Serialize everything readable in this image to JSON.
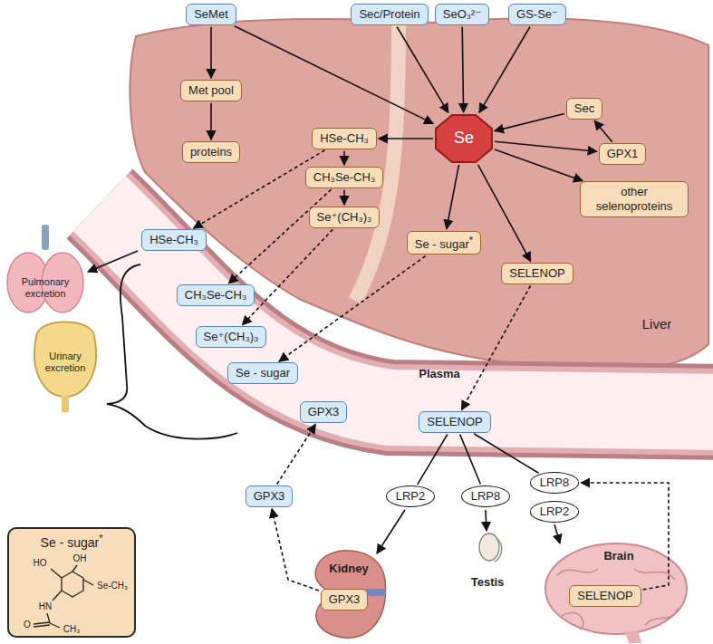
{
  "diagram": {
    "nodes": [
      {
        "text": [
          "SeMet"
        ]
      },
      {
        "text": [
          "Sec/Protein"
        ]
      },
      {
        "text": [
          "SeO₃²⁻"
        ]
      },
      {
        "text": [
          "GS-Se⁻"
        ]
      },
      {
        "text": [
          "Met pool"
        ]
      },
      {
        "text": [
          "proteins"
        ]
      },
      {
        "text": [
          "HSe-CH₃"
        ]
      },
      {
        "text": [
          "CH₃Se-CH₃"
        ]
      },
      {
        "text": [
          "Se⁺(CH₃)₃"
        ]
      },
      {
        "text": [
          "Se"
        ]
      },
      {
        "text": [
          "Sec"
        ]
      },
      {
        "text": [
          "GPX1"
        ]
      },
      {
        "text": [
          "other selenoproteins"
        ]
      },
      {
        "text": [
          "Se - sugar",
          "*"
        ]
      },
      {
        "text": [
          "SELENOP"
        ]
      },
      {
        "text": [
          "HSe-CH₃"
        ]
      },
      {
        "text": [
          "CH₃Se-CH₃"
        ]
      },
      {
        "text": [
          "Se⁺(CH₃)₃"
        ]
      },
      {
        "text": [
          "Se - sugar"
        ]
      },
      {
        "text": [
          "GPX3"
        ]
      },
      {
        "text": [
          "SELENOP"
        ]
      },
      {
        "text": [
          "GPX3"
        ]
      },
      {
        "text": [
          "LRP2"
        ]
      },
      {
        "text": [
          "LRP8"
        ]
      },
      {
        "text": [
          "LRP8"
        ]
      },
      {
        "text": [
          "LRP2"
        ]
      },
      {
        "text": [
          "GPX3"
        ]
      },
      {
        "text": [
          "SELENOP"
        ]
      },
      {
        "text": [
          "Se - sugar",
          "*"
        ]
      }
    ],
    "edges": [
      {
        "from": 0,
        "to": 4,
        "arrow": "to"
      },
      {
        "from": 4,
        "to": 5,
        "arrow": "to"
      },
      {
        "from": 0,
        "to": 9,
        "arrow": "to"
      },
      {
        "from": 1,
        "to": 9,
        "arrow": "to"
      },
      {
        "from": 2,
        "to": 9,
        "arrow": "to"
      },
      {
        "from": 3,
        "to": 9,
        "arrow": "to"
      },
      {
        "from": 9,
        "to": 6,
        "arrow": "to"
      },
      {
        "from": 6,
        "to": 7,
        "arrow": "to"
      },
      {
        "from": 7,
        "to": 8,
        "arrow": "to"
      },
      {
        "from": 10,
        "to": 9,
        "arrow": "to"
      },
      {
        "from": 9,
        "to": 11,
        "arrow": "to"
      },
      {
        "from": 9,
        "to": 12,
        "arrow": "to"
      },
      {
        "from": 11,
        "to": 10,
        "arrow": "to"
      },
      {
        "from": 9,
        "to": 13,
        "arrow": "to"
      },
      {
        "from": 9,
        "to": 14,
        "arrow": "to"
      },
      {
        "from": 6,
        "to": 15,
        "arrow": "to"
      },
      {
        "from": 7,
        "to": 16,
        "arrow": "to"
      },
      {
        "from": 8,
        "to": 17,
        "arrow": "to"
      },
      {
        "from": 13,
        "to": 18,
        "arrow": "to"
      },
      {
        "from": 14,
        "to": 20,
        "arrow": "to"
      },
      {
        "from": 20,
        "to": 22,
        "arrow": "none"
      },
      {
        "from": 20,
        "to": 23,
        "arrow": "none"
      },
      {
        "from": 20,
        "to": 24,
        "arrow": "none"
      },
      {
        "from": 26,
        "to": 21,
        "arrow": "to"
      },
      {
        "from": 21,
        "to": 19,
        "arrow": "to"
      },
      {
        "from": 27,
        "to": 24,
        "arrow": "to"
      }
    ],
    "labels": [
      "Liver",
      "Plasma",
      "Pulmonary excretion",
      "Urinary excretion",
      "Kidney",
      "Testis",
      "Brain",
      "HO",
      "OH",
      "Se-CH₃",
      "HN",
      "O",
      "CH₃"
    ]
  }
}
